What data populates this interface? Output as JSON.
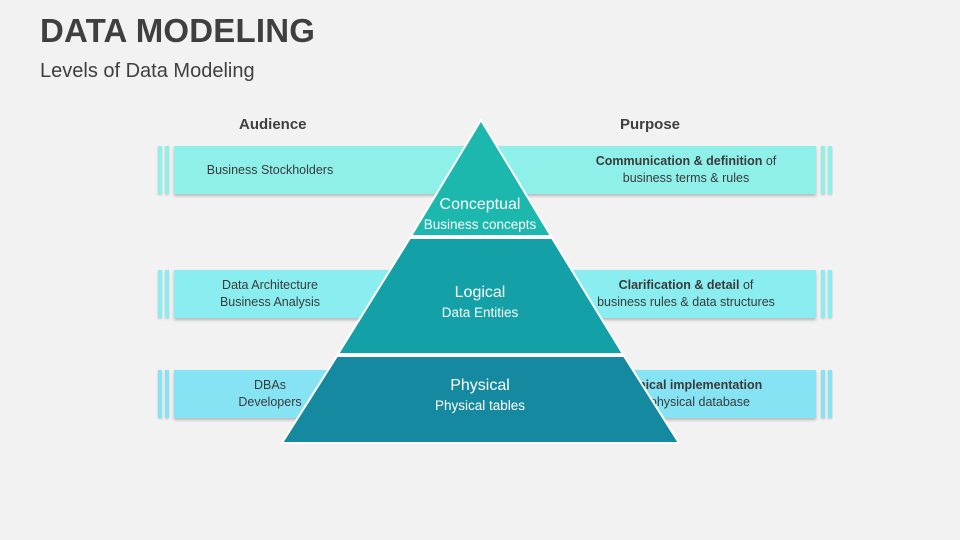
{
  "header": {
    "title": "DATA MODELING",
    "subtitle": "Levels of Data Modeling"
  },
  "columns": {
    "audience": "Audience",
    "purpose": "Purpose"
  },
  "levels": [
    {
      "name": "Conceptual",
      "description": "Business concepts",
      "audience": [
        "Business Stockholders"
      ],
      "purpose_bold": "Communication & definition",
      "purpose_rest": " of",
      "purpose_line2": "business terms & rules",
      "band_color": "#8ff0ea",
      "tier_color": "#1cb8ae"
    },
    {
      "name": "Logical",
      "description": "Data Entities",
      "audience": [
        "Data Architecture",
        "Business Analysis"
      ],
      "purpose_bold": "Clarification & detail",
      "purpose_rest": " of",
      "purpose_line2": "business rules & data structures",
      "band_color": "#8aeef0",
      "tier_color": "#13a0a6"
    },
    {
      "name": "Physical",
      "description": "Physical tables",
      "audience": [
        "DBAs",
        "Developers"
      ],
      "purpose_bold": "Technical implementation",
      "purpose_rest": "",
      "purpose_line2": "on a physical database",
      "band_color": "#86e3f4",
      "tier_color": "#1589a0"
    }
  ]
}
